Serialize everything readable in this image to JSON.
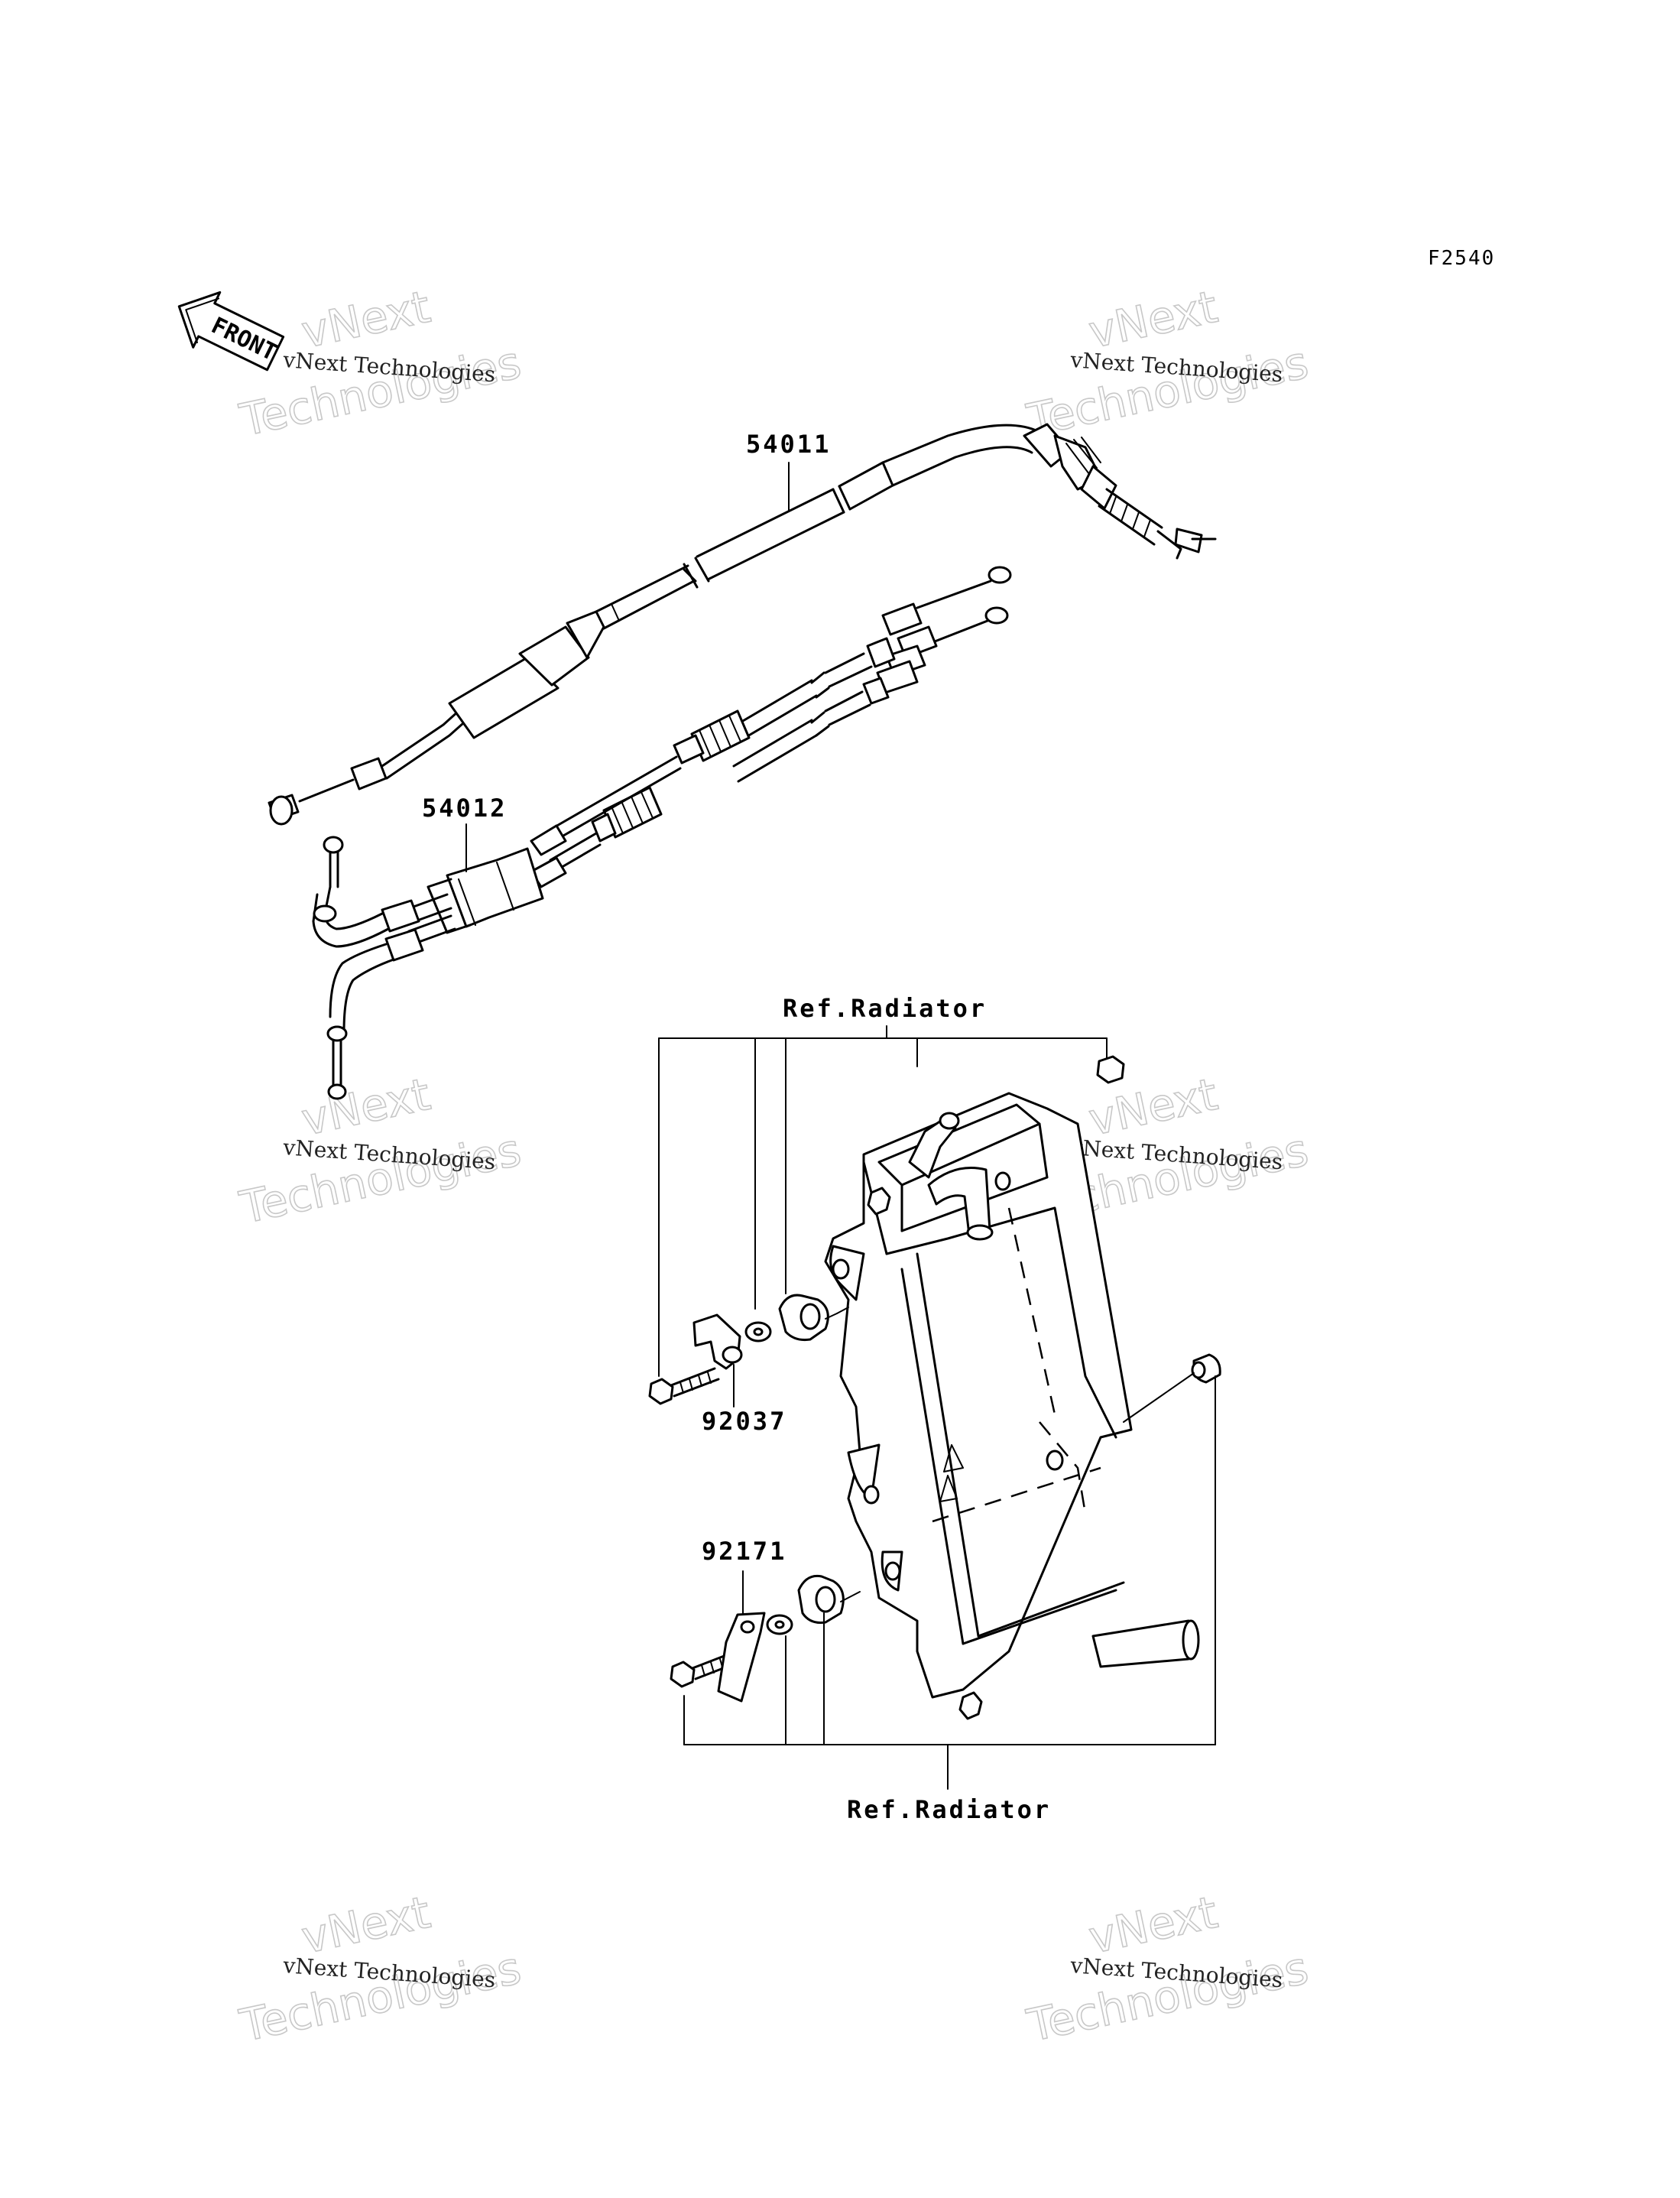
{
  "figure_code": "F2540",
  "front_marker": "FRONT",
  "watermark": {
    "company": "vNext Technologies",
    "top_word": "vNext",
    "bottom_word": "Technologies"
  },
  "parts": {
    "throttle_cable": "54011",
    "choke_cable": "54012",
    "clamp": "92037",
    "bracket": "92171"
  },
  "references": {
    "top": "Ref.Radiator",
    "bottom": "Ref.Radiator"
  }
}
